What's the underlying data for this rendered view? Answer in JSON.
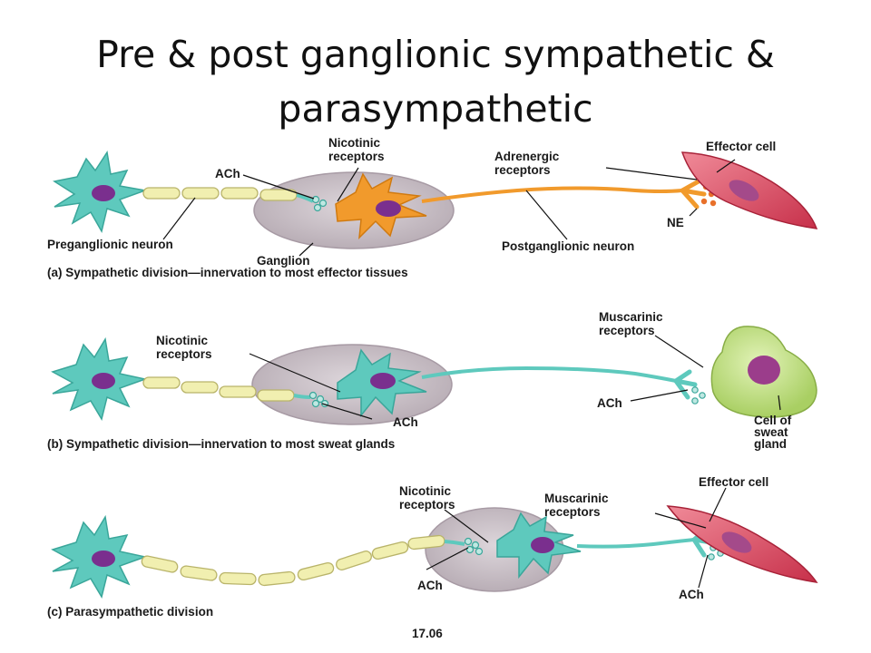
{
  "title_line1": "Pre & post ganglionic sympathetic &",
  "title_line2": "parasympathetic",
  "colors": {
    "neuron_teal": "#5ec9bd",
    "nucleus_purple": "#7a2f8e",
    "myelin_yellow": "#f1efb0",
    "ganglion_gray": "#c8bfc6",
    "postganglionic_orange": "#f19a2c",
    "effector_red": "#d9455a",
    "gland_green": "#c7e38d"
  },
  "panel_a": {
    "ach": "ACh",
    "nicotinic_1": "Nicotinic",
    "nicotinic_2": "receptors",
    "adrenergic_1": "Adrenergic",
    "adrenergic_2": "receptors",
    "effector": "Effector cell",
    "ne": "NE",
    "preganglionic": "Preganglionic neuron",
    "ganglion": "Ganglion",
    "postganglionic": "Postganglionic neuron",
    "caption": "(a) Sympathetic division—innervation to most effector tissues"
  },
  "panel_b": {
    "nicotinic_1": "Nicotinic",
    "nicotinic_2": "receptors",
    "muscarinic_1": "Muscarinic",
    "muscarinic_2": "receptors",
    "ach_gland": "ACh",
    "ach_ganglion": "ACh",
    "gland_1": "Cell of",
    "gland_2": "sweat",
    "gland_3": "gland",
    "caption": "(b) Sympathetic division—innervation to most sweat glands"
  },
  "panel_c": {
    "nicotinic_1": "Nicotinic",
    "nicotinic_2": "receptors",
    "muscarinic_1": "Muscarinic",
    "muscarinic_2": "receptors",
    "effector": "Effector cell",
    "ach_ganglion": "ACh",
    "ach_effector": "ACh",
    "caption": "(c) Parasympathetic division"
  },
  "figure_number": "17.06"
}
